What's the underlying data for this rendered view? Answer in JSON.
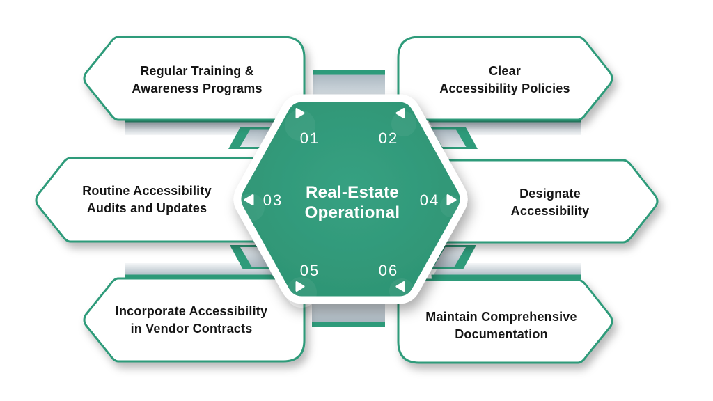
{
  "diagram": {
    "center": {
      "line1": "Real-Estate",
      "line2": "Operational"
    },
    "steps": [
      {
        "num": "01",
        "line1": "Regular Training &",
        "line2": "Awareness Programs",
        "arrow": "right"
      },
      {
        "num": "02",
        "line1": "Clear",
        "line2": "Accessibility Policies",
        "arrow": "left"
      },
      {
        "num": "03",
        "line1": "Routine Accessibility",
        "line2": "Audits and Updates",
        "arrow": "left"
      },
      {
        "num": "04",
        "line1": "Designate",
        "line2": "Accessibility",
        "arrow": "right"
      },
      {
        "num": "05",
        "line1": "Incorporate Accessibility",
        "line2": "in Vendor Contracts",
        "arrow": "right"
      },
      {
        "num": "06",
        "line1": "Maintain Comprehensive",
        "line2": "Documentation",
        "arrow": "left"
      }
    ],
    "colors": {
      "accent_green": "#2E9B7A",
      "hexagon_green": "#2F9878",
      "silver": "#B9C4CC",
      "label_text": "#151515",
      "center_text": "#FFFFFF",
      "background": "#FFFFFF"
    }
  }
}
